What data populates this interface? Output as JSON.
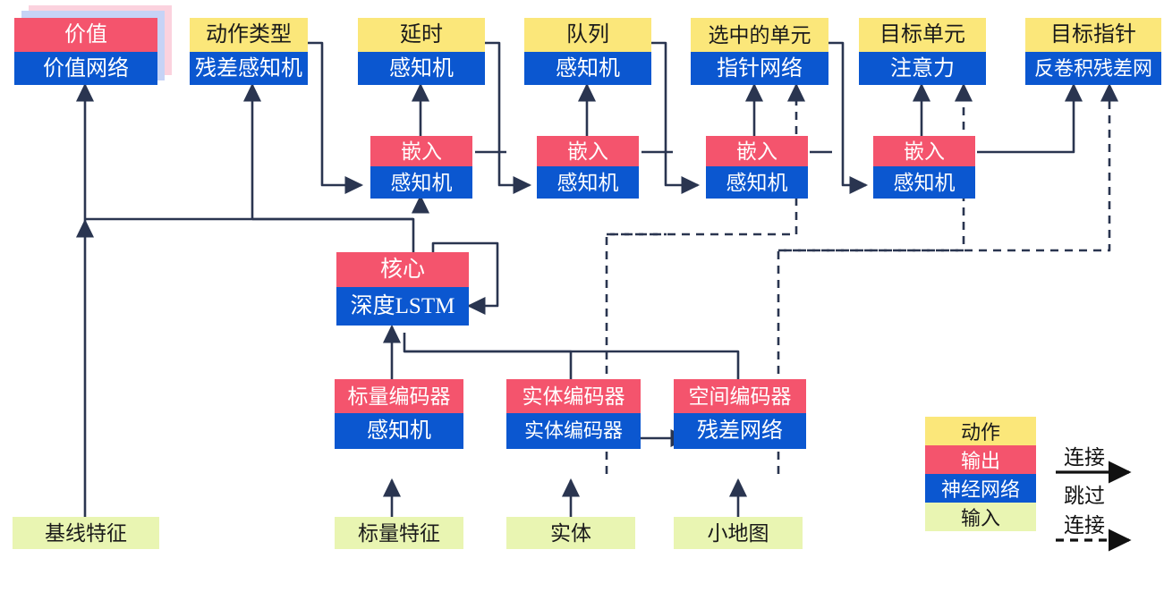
{
  "diagram": {
    "title": "AlphaStar-style agent architecture (Chinese labels)",
    "colors": {
      "action": "#FBE77A",
      "output": "#F4546D",
      "network": "#0B57D0",
      "input": "#E9F5B2",
      "wire": "#2A3550",
      "ghost_pink": "#FBD2DE",
      "ghost_blue": "#BCC9F2"
    },
    "heads": [
      {
        "id": "value",
        "action": "价值",
        "network": "价值网络",
        "stacked": true
      },
      {
        "id": "action-type",
        "action": "动作类型",
        "network": "残差感知机",
        "stacked": false
      },
      {
        "id": "delay",
        "action": "延时",
        "network": "感知机",
        "stacked": false
      },
      {
        "id": "queue",
        "action": "队列",
        "network": "感知机",
        "stacked": false
      },
      {
        "id": "selected-units",
        "action": "选中的单元",
        "network": "指针网络",
        "stacked": false
      },
      {
        "id": "target-unit",
        "action": "目标单元",
        "network": "注意力",
        "stacked": false
      },
      {
        "id": "target-point",
        "action": "目标指针",
        "network": "反卷积残差网",
        "stacked": false
      }
    ],
    "embeddings": [
      {
        "id": "embed-1",
        "output": "嵌入",
        "network": "感知机"
      },
      {
        "id": "embed-2",
        "output": "嵌入",
        "network": "感知机"
      },
      {
        "id": "embed-3",
        "output": "嵌入",
        "network": "感知机"
      },
      {
        "id": "embed-4",
        "output": "嵌入",
        "network": "感知机"
      }
    ],
    "core": {
      "id": "core",
      "output": "核心",
      "network": "深度LSTM"
    },
    "encoders": [
      {
        "id": "scalar-encoder",
        "output": "标量编码器",
        "network": "感知机"
      },
      {
        "id": "entity-encoder",
        "output": "实体编码器",
        "network": "实体编码器"
      },
      {
        "id": "spatial-encoder",
        "output": "空间编码器",
        "network": "残差网络"
      }
    ],
    "inputs": [
      {
        "id": "baseline-features",
        "label": "基线特征"
      },
      {
        "id": "scalar-features",
        "label": "标量特征"
      },
      {
        "id": "entities",
        "label": "实体"
      },
      {
        "id": "minimap",
        "label": "小地图"
      }
    ],
    "legend": {
      "swatches": [
        {
          "id": "legend-action",
          "label": "动作",
          "color": "#FBE77A",
          "text": "#1a1a1a"
        },
        {
          "id": "legend-output",
          "label": "输出",
          "color": "#F4546D",
          "text": "#ffffff"
        },
        {
          "id": "legend-network",
          "label": "神经网络",
          "color": "#0B57D0",
          "text": "#ffffff"
        },
        {
          "id": "legend-input",
          "label": "输入",
          "color": "#E9F5B2",
          "text": "#1a1a1a"
        }
      ],
      "arrows": [
        {
          "id": "legend-connection",
          "label": "连接",
          "style": "solid"
        },
        {
          "id": "legend-skip-line1",
          "label": "跳过",
          "style": "dashed"
        },
        {
          "id": "legend-skip-line2",
          "label": "连接",
          "style": "dashed"
        }
      ]
    }
  }
}
